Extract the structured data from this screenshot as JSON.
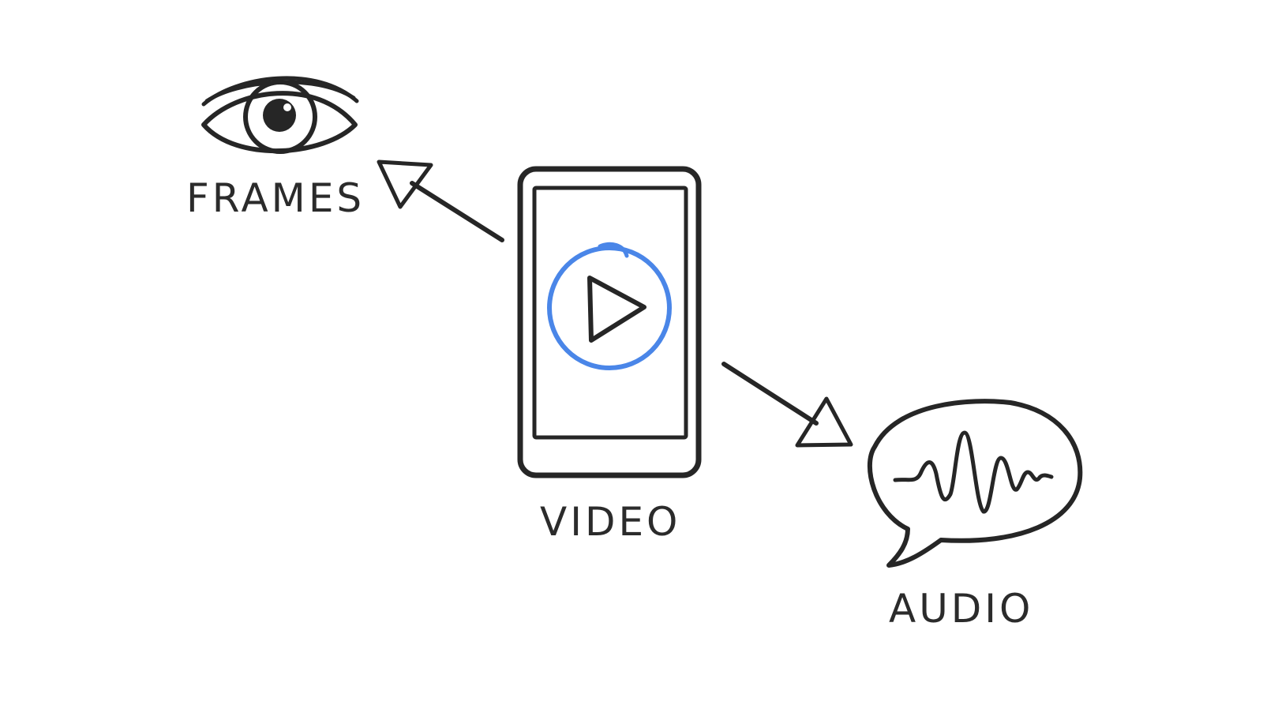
{
  "colors": {
    "ink": "#262626",
    "accent": "#4a86e8",
    "background": "#ffffff"
  },
  "nodes": {
    "frames": {
      "label": "FRAMES",
      "icon": "eye-icon"
    },
    "video": {
      "label": "VIDEO",
      "icon": "play-button-icon"
    },
    "audio": {
      "label": "AUDIO",
      "icon": "speech-bubble-waveform-icon"
    }
  },
  "edges": [
    {
      "from": "video",
      "to": "frames"
    },
    {
      "from": "video",
      "to": "audio"
    }
  ]
}
